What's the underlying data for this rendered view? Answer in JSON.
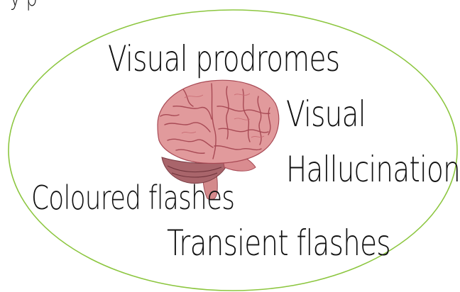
{
  "header_fragment": "y     p",
  "labels": {
    "visual_prodromes": "Visual prodromes",
    "visual_hallucinations_line1": "Visual",
    "visual_hallucinations_line2": "Hallucinations",
    "coloured_flashes": "Coloured flashes",
    "transient_flashes": "Transient flashes"
  },
  "colors": {
    "ellipse_stroke": "#8cc63f",
    "text": "#111111",
    "brain_base": "#d98a8e",
    "brain_sulci": "#a84a55",
    "cerebellum": "#9c5d62"
  },
  "icons": {
    "brain": "brain-illustration"
  }
}
